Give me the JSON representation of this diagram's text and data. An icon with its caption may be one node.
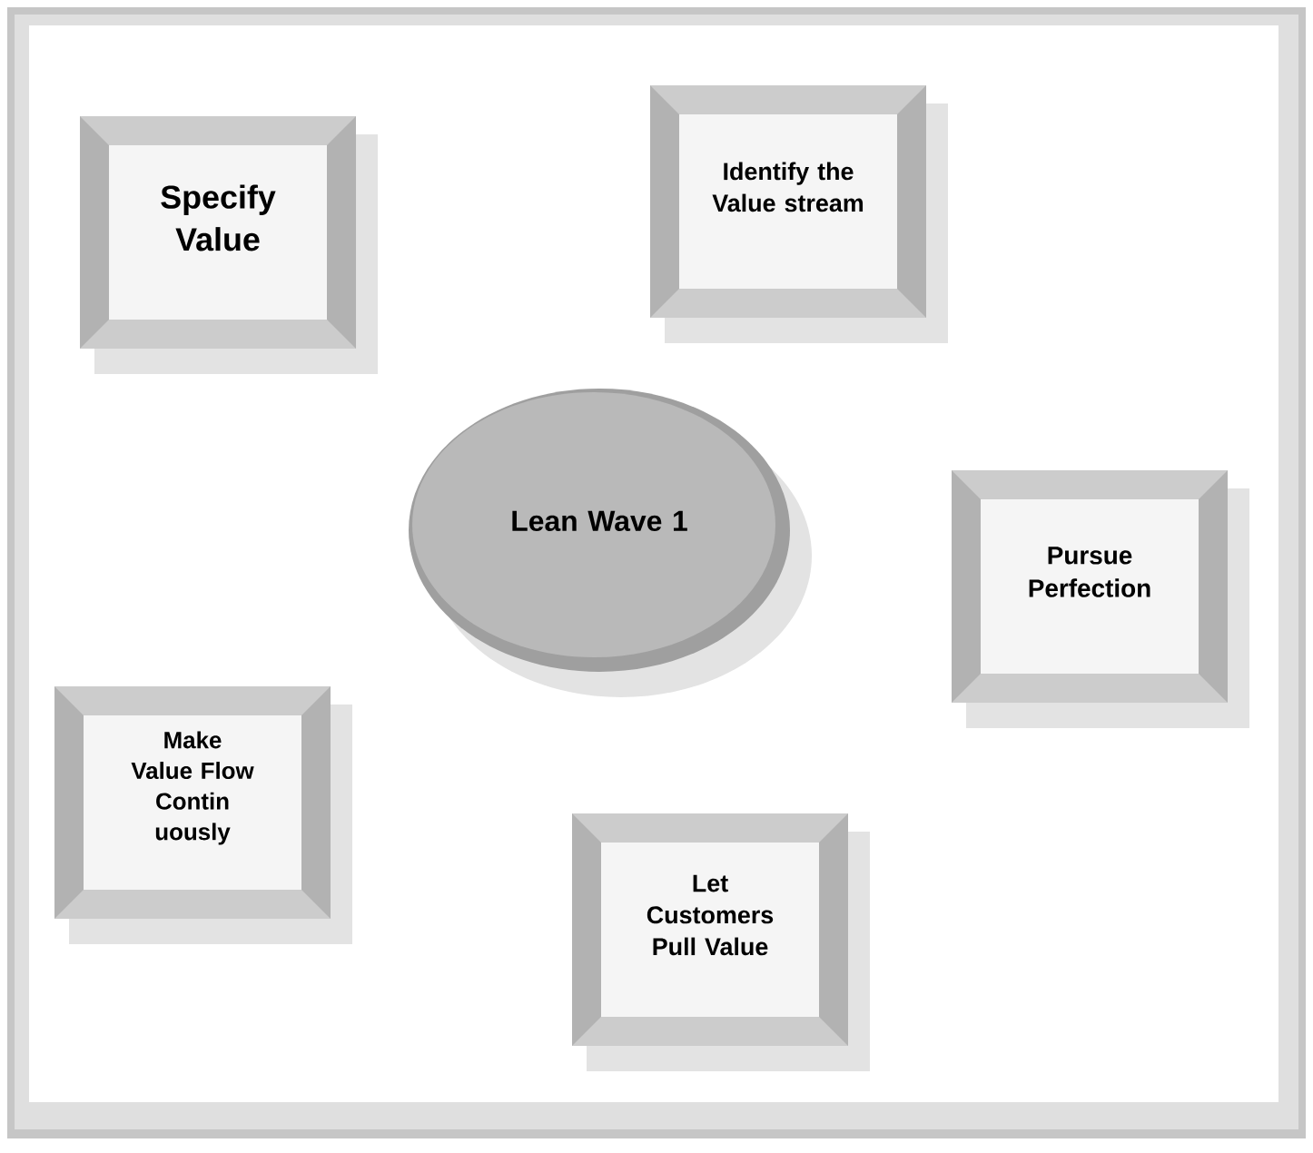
{
  "diagram": {
    "nodes": [
      {
        "text": [
          "Specify Value"
        ]
      },
      {
        "text": [
          "Identify the Value stream"
        ]
      },
      {
        "text": [
          "Lean Wave 1"
        ]
      },
      {
        "text": [
          "Pursue Perfection"
        ]
      },
      {
        "text": [
          "Make Value Flow Contin uously"
        ]
      },
      {
        "text": [
          "Let Customers Pull Value"
        ]
      }
    ]
  }
}
